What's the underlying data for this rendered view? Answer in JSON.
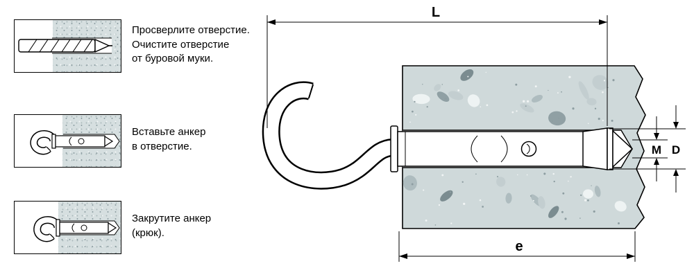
{
  "steps": [
    "Просверлите отверстие.\nОчистите отверстие\nот буровой муки.",
    "Вставьте анкер\nв отверстие.",
    "Закрутите  анкер\n(крюк)."
  ],
  "drawing": {
    "dim_length": "L",
    "dim_embed": "e",
    "dim_thread": "M",
    "dim_diameter": "D"
  },
  "colors": {
    "concrete": "#cfd9da",
    "line": "#000000",
    "background": "#ffffff"
  }
}
